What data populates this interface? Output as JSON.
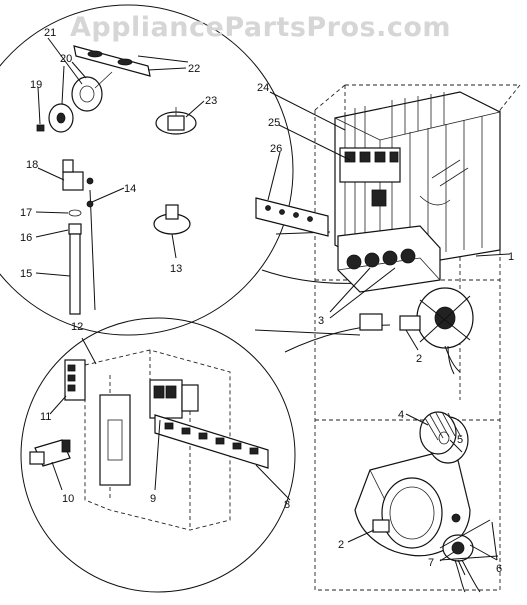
{
  "watermark": "AppliancePartsPros.com",
  "labels": {
    "l1": "1",
    "l2a": "2",
    "l2b": "2",
    "l3": "3",
    "l4": "4",
    "l5": "5",
    "l6": "6",
    "l7": "7",
    "l8": "8",
    "l9": "9",
    "l10": "10",
    "l11": "11",
    "l12": "12",
    "l13": "13",
    "l14": "14",
    "l15": "15",
    "l16": "16",
    "l17": "17",
    "l18": "18",
    "l19": "19",
    "l20": "20",
    "l21": "21",
    "l22": "22",
    "l23": "23",
    "l24": "24",
    "l25": "25",
    "l26": "26"
  }
}
